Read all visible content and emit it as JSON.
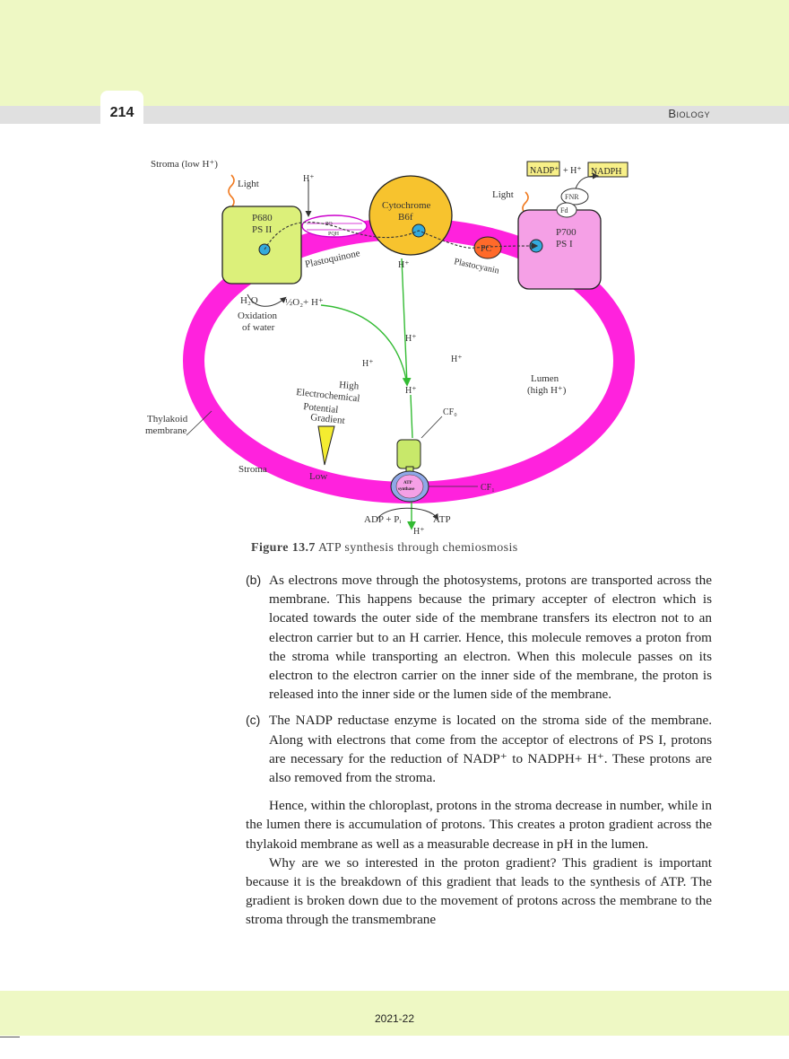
{
  "header": {
    "page_number": "214",
    "subject": "Biology"
  },
  "figure": {
    "labels": {
      "stroma_top": "Stroma (low H⁺)",
      "light_left": "Light",
      "light_right": "Light",
      "h_top": "H⁺",
      "psii": "P680",
      "psii2": "PS II",
      "pq": "PQ",
      "pqh": "PQH",
      "plastoquinone": "Plastoquinone",
      "cyt1": "Cytochrome",
      "cyt2": "B6f",
      "nadp": "NADP⁺",
      "plus_h": "+ H⁺",
      "nadph": "NADPH",
      "fnr": "FNR",
      "fd": "Fd",
      "psi": "P700",
      "psi2": "PS I",
      "pc": "PC",
      "plastocyanin": "Plastocyanin",
      "h_mid": "H⁺",
      "h2o": "H₂O",
      "o2": "½O₂+ H⁺",
      "oxidation1": "Oxidation",
      "oxidation2": "of water",
      "h_l1": "H⁺",
      "h_l2": "H⁺",
      "h_l3": "H⁺",
      "h_l4": "H⁺",
      "lumen1": "Lumen",
      "lumen2": "(high H⁺)",
      "grad1": "High",
      "grad2": "Electrochemical",
      "grad3": "Potential",
      "grad4": "Gradient",
      "low": "Low",
      "thylakoid1": "Thylakoid",
      "thylakoid2": "membrane",
      "stroma_bottom": "Stroma",
      "cf0": "CF₀",
      "cf1": "CF₁",
      "atp1": "ATP",
      "atp2": "synthase",
      "adp": "ADP + Pᵢ",
      "atp": "ATP",
      "h_bottom": "H⁺"
    },
    "caption_label": "Figure 13.7",
    "caption_text": "ATP synthesis through chemiosmosis"
  },
  "items": [
    {
      "label": "(b)",
      "text": "As electrons move through the photosystems, protons are transported across the membrane. This happens because the primary accepter of electron which is located towards the outer side of the membrane transfers its electron not to an electron carrier but to an H carrier. Hence, this molecule removes a proton from the stroma while transporting an electron. When this molecule passes on its electron to the electron carrier on the inner side of the membrane, the proton is released into the inner side or the lumen side of the membrane."
    },
    {
      "label": "(c)",
      "text": "The NADP reductase enzyme is located on the stroma side of the membrane. Along with electrons that come from the acceptor of electrons of PS I, protons are necessary for the reduction of NADP⁺ to NADPH+ H⁺. These protons are also removed from the stroma."
    }
  ],
  "paragraphs": [
    "Hence, within the chloroplast, protons in the stroma decrease in number, while in the lumen there is accumulation of protons. This creates a proton gradient across the thylakoid membrane as well as a measurable decrease in pH in the lumen.",
    "Why are we so interested in the proton gradient? This gradient is important because it is the breakdown of this gradient that leads to the synthesis of ATP. The gradient is broken down due to the movement of protons across the membrane to the stroma through the transmembrane"
  ],
  "footer": {
    "year": "2021-22"
  },
  "colors": {
    "membrane": "#ff22dd",
    "complex": "#dcf07a",
    "cytochrome": "#f7c32e",
    "psi": "#f5a0e6",
    "pc": "#ff6a2a",
    "band": "#eef8c4"
  }
}
